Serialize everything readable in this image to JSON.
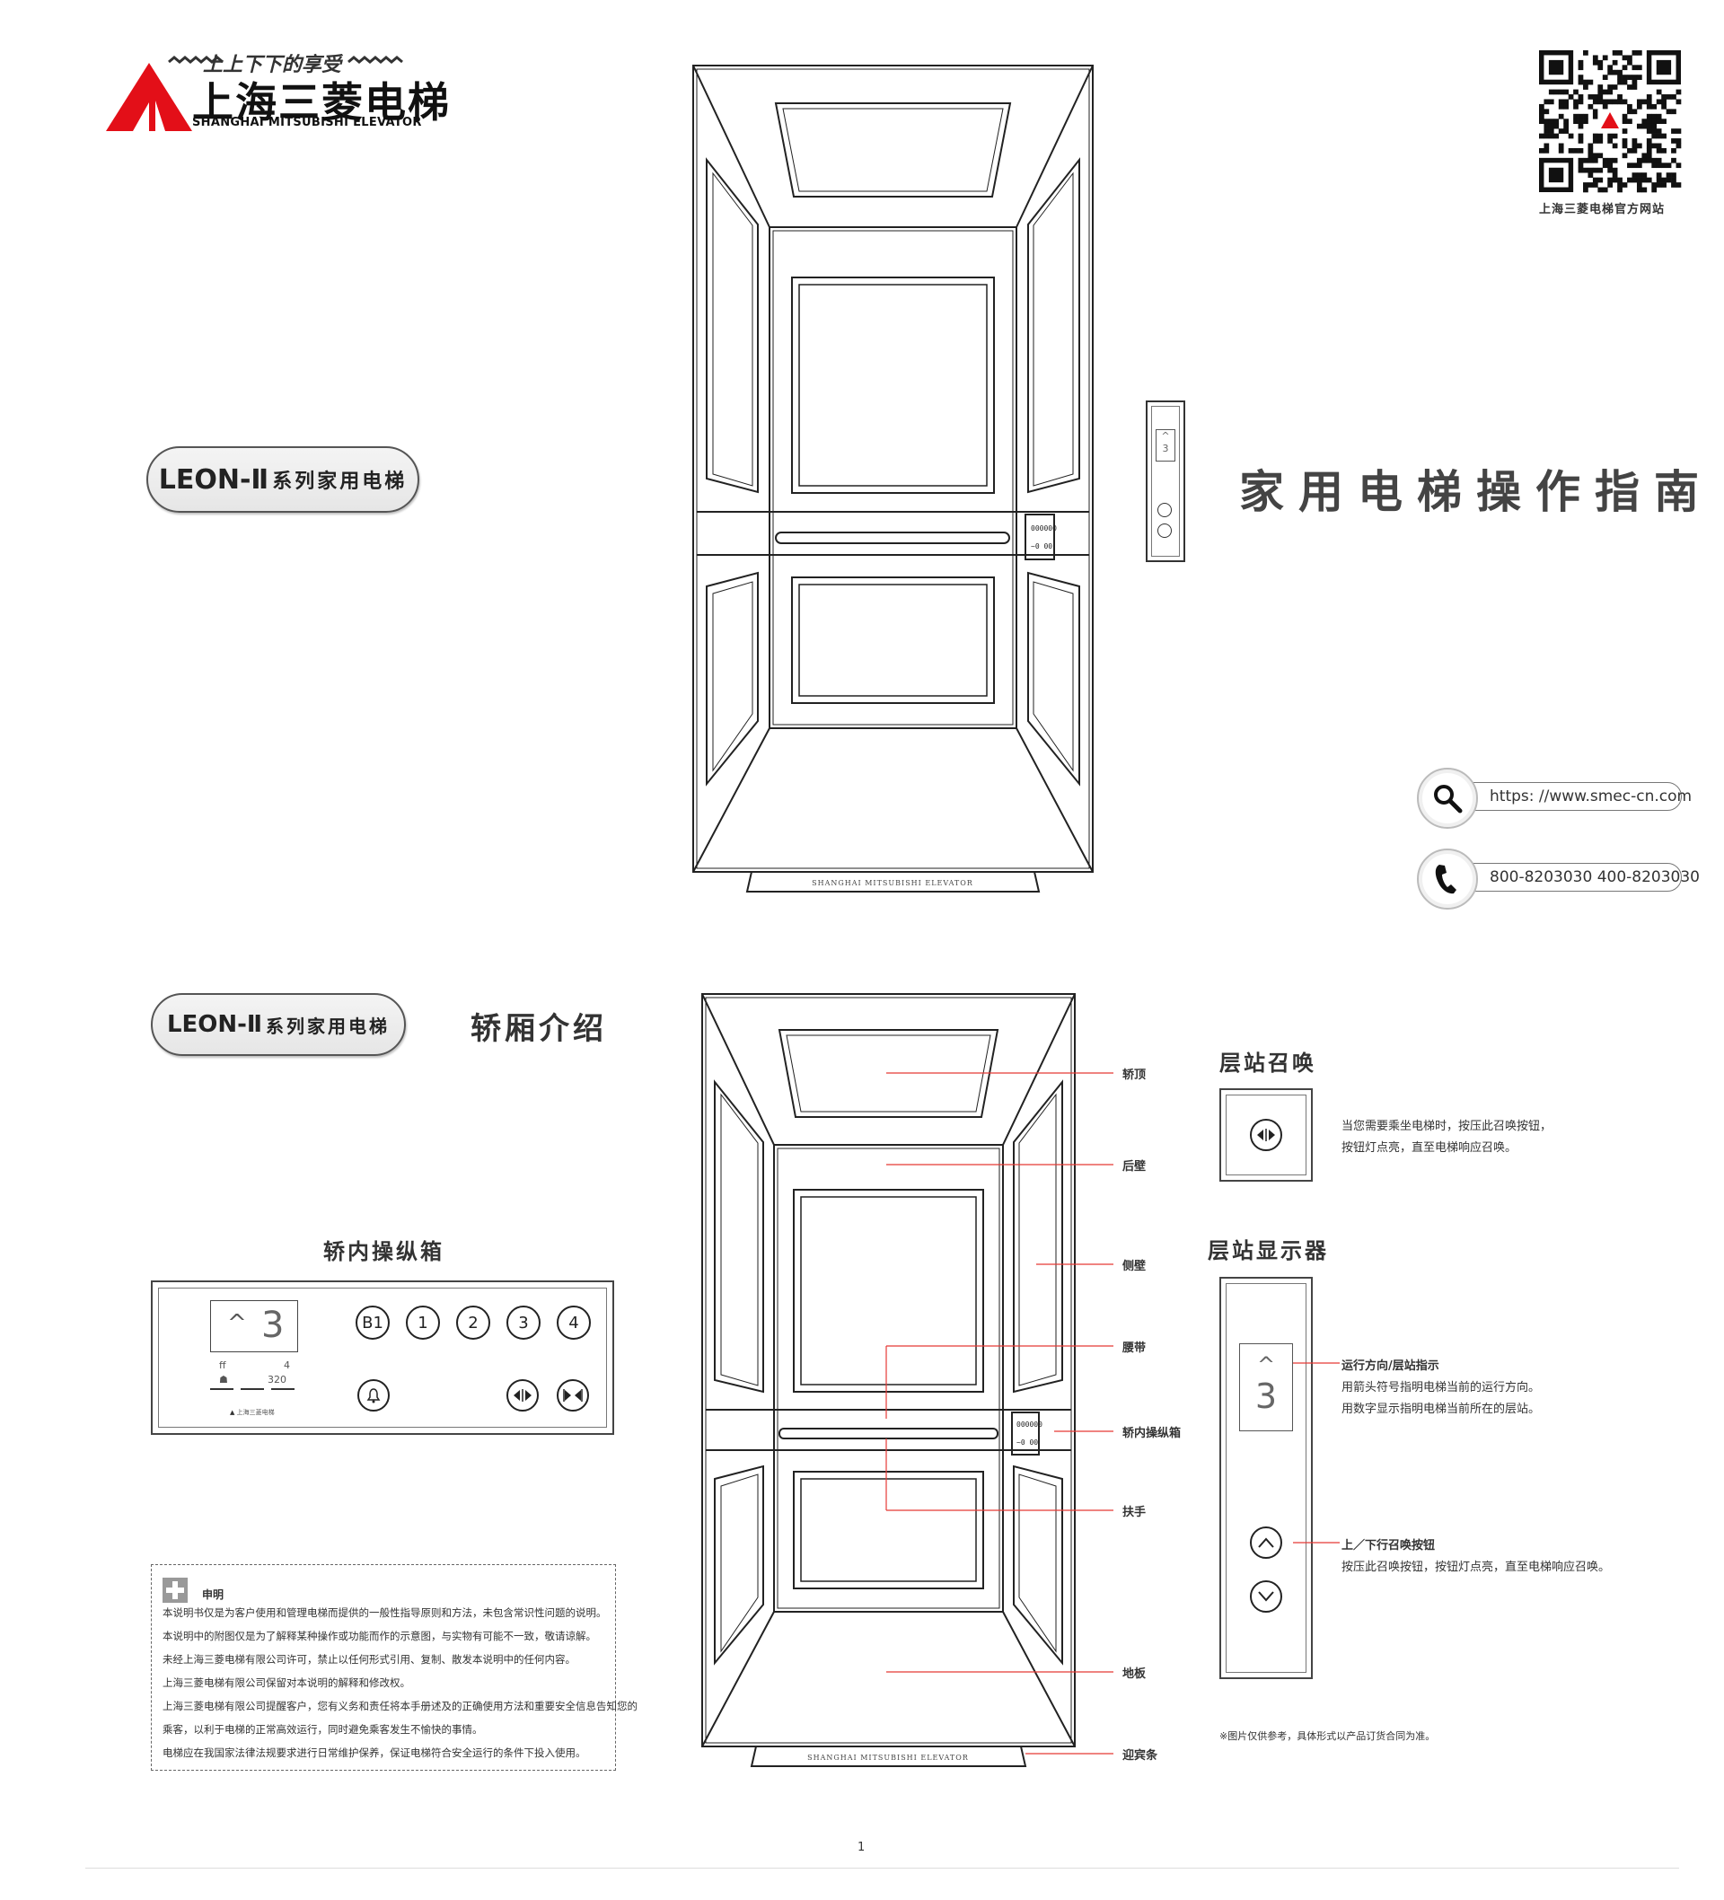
{
  "brand": {
    "slogan": "上上下下的享受",
    "name_cn": "上海三菱电梯",
    "name_en": "SHANGHAI MITSUBISHI ELEVATOR",
    "color_red": "#e30f18"
  },
  "qr": {
    "caption": "上海三菱电梯官方网站"
  },
  "cover": {
    "series_en": "LEON-Ⅱ",
    "series_cn": "系列家用电梯",
    "title": "家用电梯操作指南",
    "threshold_text": "SHANGHAI MITSUBISHI ELEVATOR",
    "hall_display_floor": "3",
    "car_panel_text": "000000"
  },
  "contact": {
    "url": "https: //www.smec-cn.com",
    "phone": "800-8203030  400-8203030",
    "search_icon": "search-icon",
    "phone_icon": "phone-icon"
  },
  "intro": {
    "series_en": "LEON-Ⅱ",
    "series_cn": "系列家用电梯",
    "title": "轿厢介绍",
    "threshold_text": "SHANGHAI MITSUBISHI ELEVATOR",
    "callouts": [
      "轿顶",
      "后壁",
      "侧壁",
      "腰带",
      "轿内操纵箱",
      "扶手",
      "地板",
      "迎宾条"
    ],
    "line_color": "#e53935"
  },
  "cop": {
    "title": "轿内操纵箱",
    "display_floor": "3",
    "floor_buttons": [
      "B1",
      "1",
      "2",
      "3",
      "4"
    ],
    "capacity_persons": "4",
    "capacity_kg": "320",
    "mini_brand": "上海三菱电梯",
    "alarm_icon": "bell-icon",
    "door_open_icon": "door-open-icon",
    "door_close_icon": "door-close-icon"
  },
  "hall_call": {
    "title": "层站召唤",
    "desc_line1": "当您需要乘坐电梯时，按压此召唤按钮，",
    "desc_line2": "按钮灯点亮，直至电梯响应召唤。"
  },
  "hall_display": {
    "title": "层站显示器",
    "floor": "3",
    "label1": "运行方向/层站指示",
    "desc1_line1": "用箭头符号指明电梯当前的运行方向。",
    "desc1_line2": "用数字显示指明电梯当前所在的层站。",
    "label2": "上／下行召唤按钮",
    "desc2_line1": "按压此召唤按钮，按钮灯点亮，直至电梯响应召唤。"
  },
  "disclaimer": {
    "title": "申明",
    "lines": [
      "本说明书仅是为客户使用和管理电梯而提供的一般性指导原则和方法，未包含常识性问题的说明。",
      "本说明中的附图仅是为了解释某种操作或功能而作的示意图，与实物有可能不一致，敬请谅解。",
      "未经上海三菱电梯有限公司许可，禁止以任何形式引用、复制、散发本说明中的任何内容。",
      "上海三菱电梯有限公司保留对本说明的解释和修改权。",
      "上海三菱电梯有限公司提醒客户，您有义务和责任将本手册述及的正确使用方法和重要安全信息告知您的",
      "乘客，以利于电梯的正常高效运行，同时避免乘客发生不愉快的事情。",
      "电梯应在我国家法律法规要求进行日常维护保养，保证电梯符合安全运行的条件下投入使用。"
    ]
  },
  "note": "※图片仅供参考，具体形式以产品订货合同为准。",
  "page_number": "1"
}
